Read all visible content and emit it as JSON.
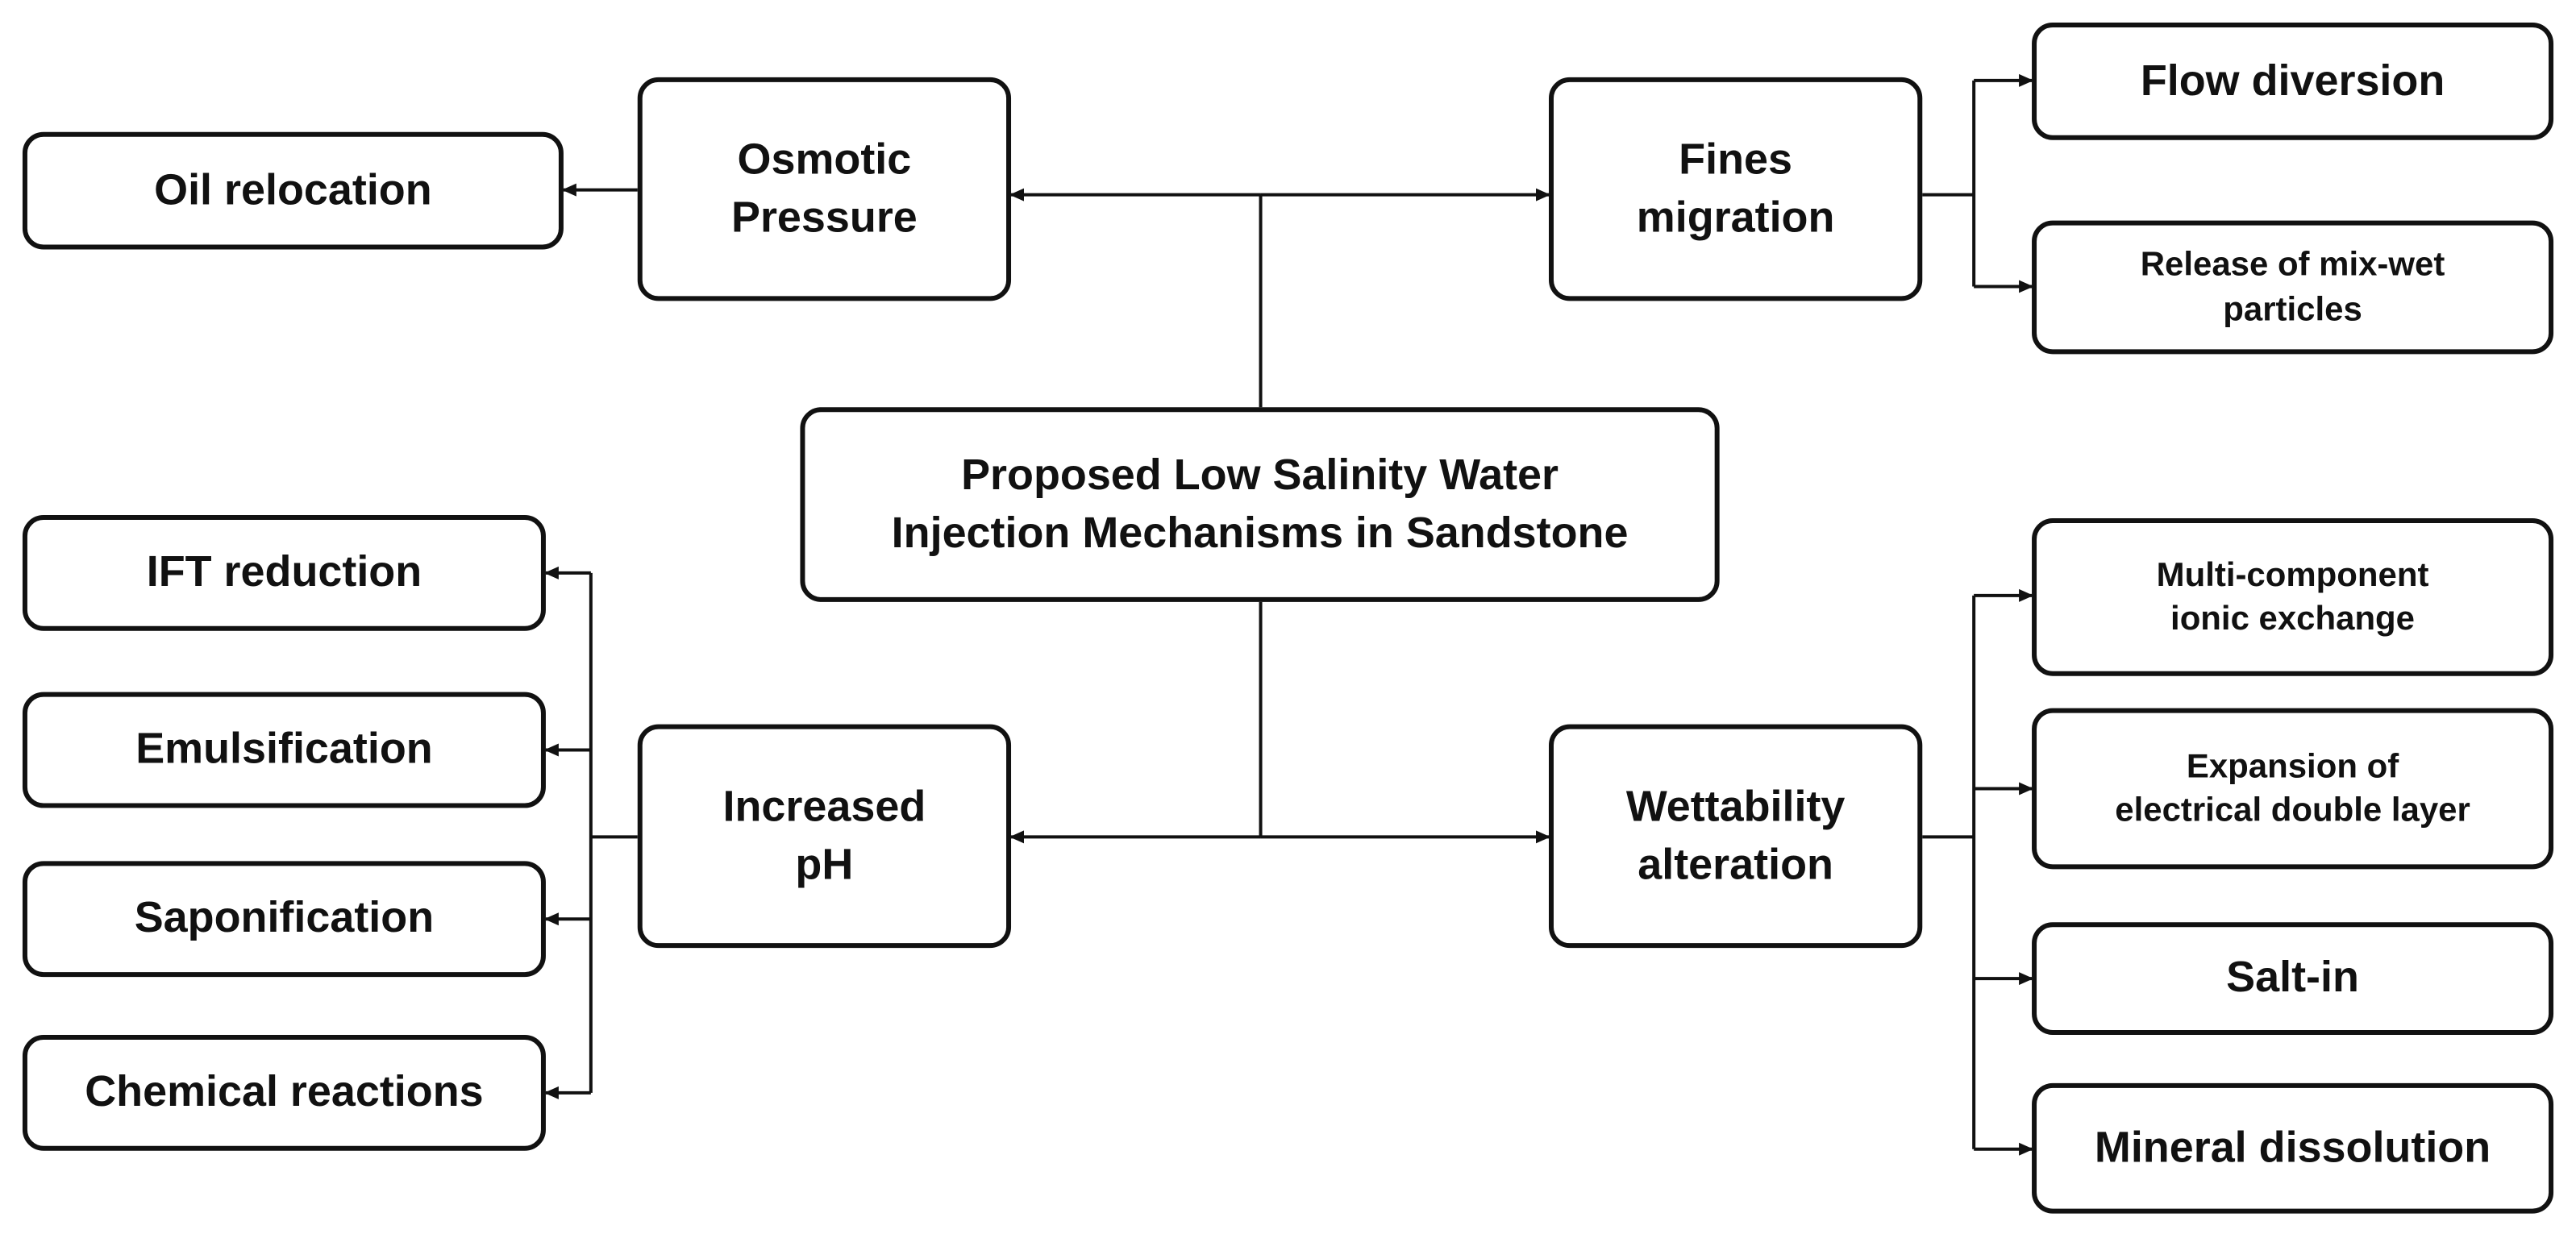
{
  "title": "Proposed Low Salinity Water Injection Mechanisms in Sandstone",
  "center": {
    "label_line1": "Proposed Low Salinity Water",
    "label_line2": "Injection Mechanisms in Sandstone"
  },
  "mechanisms": {
    "osmotic_pressure": {
      "label_line1": "Osmotic",
      "label_line2": "Pressure",
      "effects": [
        "Oil relocation"
      ]
    },
    "fines_migration": {
      "label_line1": "Fines",
      "label_line2": "migration",
      "effects": [
        "Flow diversion",
        "Release of mix-wet particles"
      ]
    },
    "increased_ph": {
      "label_line1": "Increased",
      "label_line2": "pH",
      "effects": [
        "IFT reduction",
        "Emulsification",
        "Saponification",
        "Chemical reactions"
      ]
    },
    "wettability_alteration": {
      "label_line1": "Wettability",
      "label_line2": "alteration",
      "effects": [
        "Multi-component ionic exchange",
        "Expansion of electrical double layer",
        "Salt-in",
        "Mineral dissolution"
      ]
    }
  },
  "effects_display": {
    "oil_relocation": "Oil relocation",
    "flow_diversion": "Flow diversion",
    "release_mixwet_1": "Release of mix-wet",
    "release_mixwet_2": "particles",
    "ift_reduction": "IFT reduction",
    "emulsification": "Emulsification",
    "saponification": "Saponification",
    "chemical_reactions": "Chemical reactions",
    "multicomponent_1": "Multi-component",
    "multicomponent_2": "ionic exchange",
    "edl_1": "Expansion of",
    "edl_2": "electrical double layer",
    "salt_in": "Salt-in",
    "mineral_dissolution": "Mineral dissolution"
  },
  "colors": {
    "stroke": "#111111",
    "fill": "#ffffff",
    "text": "#111111"
  }
}
